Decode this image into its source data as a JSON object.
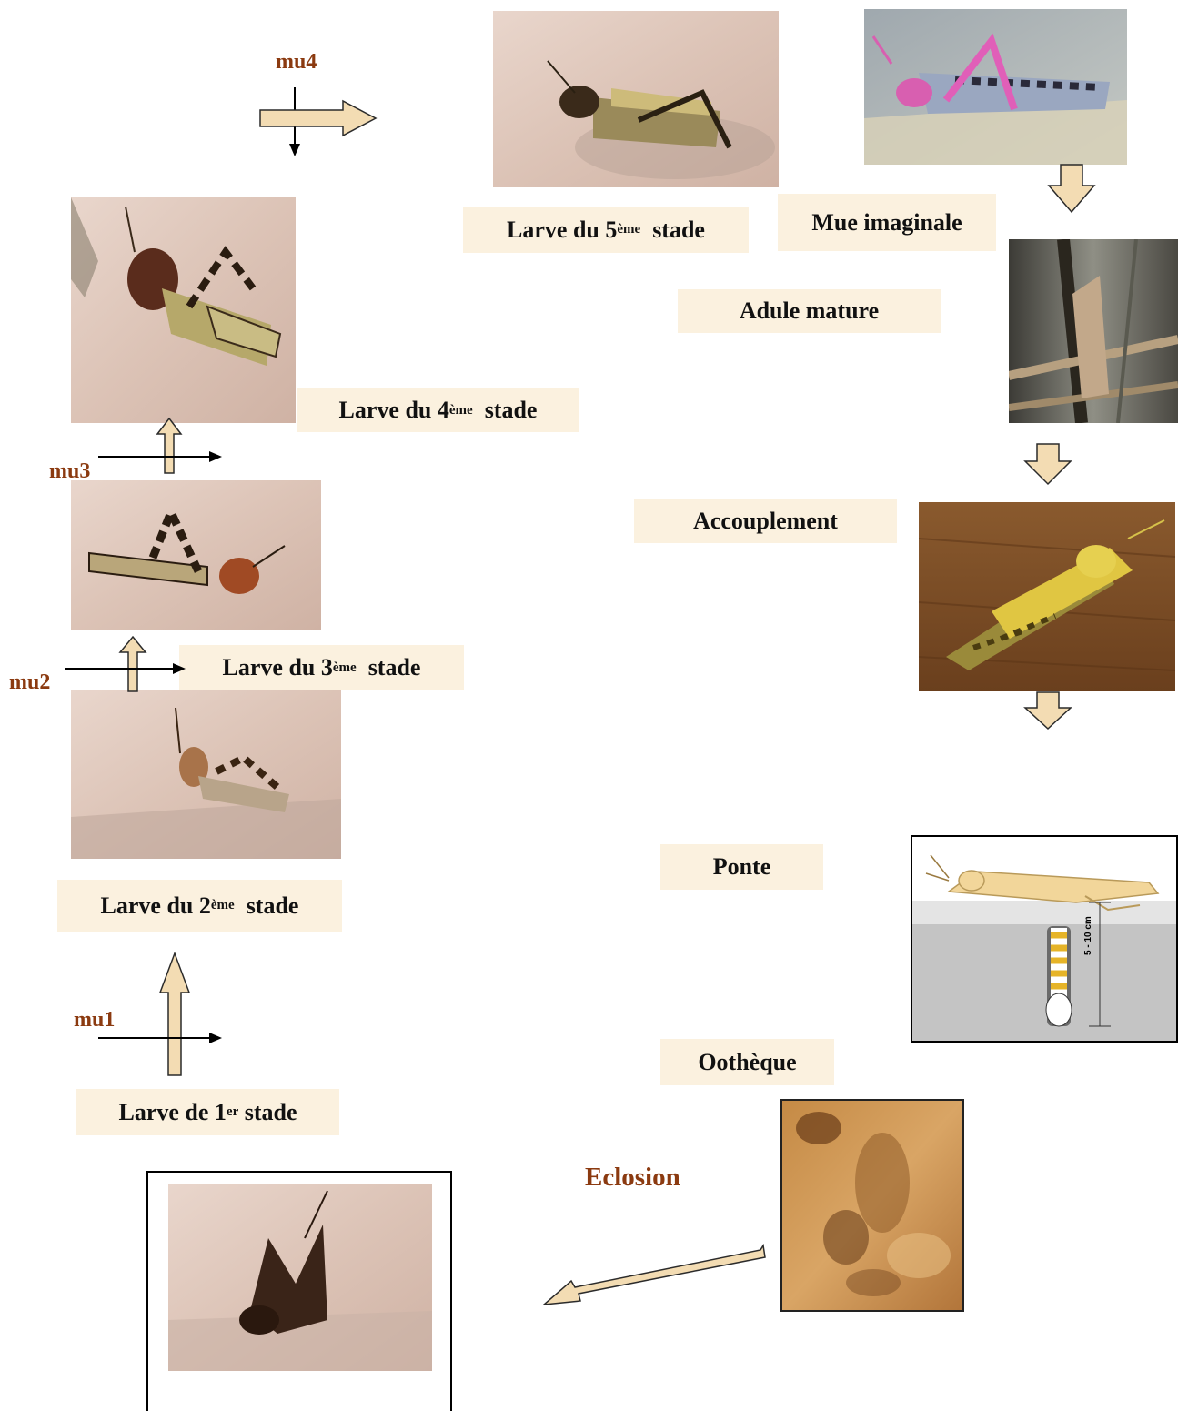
{
  "moults": {
    "mu1": "mu1",
    "mu2": "mu2",
    "mu3": "mu3",
    "mu4": "mu4"
  },
  "stages": {
    "larva1": {
      "prefix": "Larve de 1",
      "sup": "er",
      "suffix": " stade"
    },
    "larva2": {
      "prefix": "Larve du 2",
      "sup": "ème",
      "suffix": "  stade"
    },
    "larva3": {
      "prefix": "Larve du 3",
      "sup": "ème",
      "suffix": "  stade"
    },
    "larva4": {
      "prefix": "Larve du 4",
      "sup": "ème",
      "suffix": "  stade"
    },
    "larva5": {
      "prefix": "Larve du 5",
      "sup": "ème",
      "suffix": "  stade"
    },
    "mue_imaginale": "Mue imaginale",
    "adulte_mature": "Adule mature",
    "accouplement": "Accouplement",
    "ponte": "Ponte",
    "ootheque": "Oothèque",
    "eclosion": "Eclosion"
  },
  "ponte_diagram": {
    "depth_label": "5 - 10 cm"
  },
  "colors": {
    "label_bg": "#fbf1df",
    "moult_text": "#8b3a10",
    "arrow_fill": "#f3dcb3",
    "arrow_stroke": "#2b2b2b"
  },
  "icons": [
    "block-arrow-right-icon",
    "block-arrow-up-icon",
    "block-arrow-down-icon",
    "thin-arrow-right-icon",
    "thin-arrow-down-icon",
    "diagonal-arrow-icon",
    "grasshopper-photo"
  ]
}
